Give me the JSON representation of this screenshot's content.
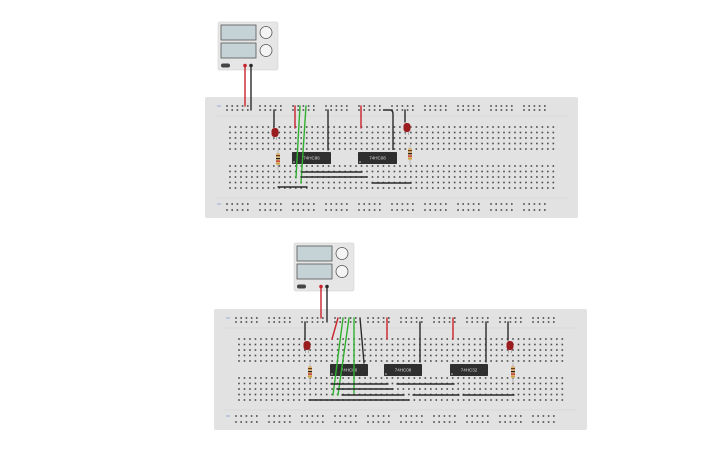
{
  "circuits": [
    {
      "chips": [
        {
          "label": "74HC86"
        },
        {
          "label": "74HC08"
        }
      ]
    },
    {
      "chips": [
        {
          "label": "74HC86"
        },
        {
          "label": "74HC08"
        },
        {
          "label": "74HC32"
        }
      ]
    }
  ],
  "colors": {
    "breadboard": "#e2e2e2",
    "hole": "#4a4a4a",
    "wire_red": "#c8232c",
    "wire_black": "#2b2b2b",
    "wire_green": "#2fb12f",
    "led_red": "#9b1c1f",
    "chip": "#2f2f2f",
    "psu_body": "#e6e6e6",
    "psu_display": "#c5d2d6"
  }
}
